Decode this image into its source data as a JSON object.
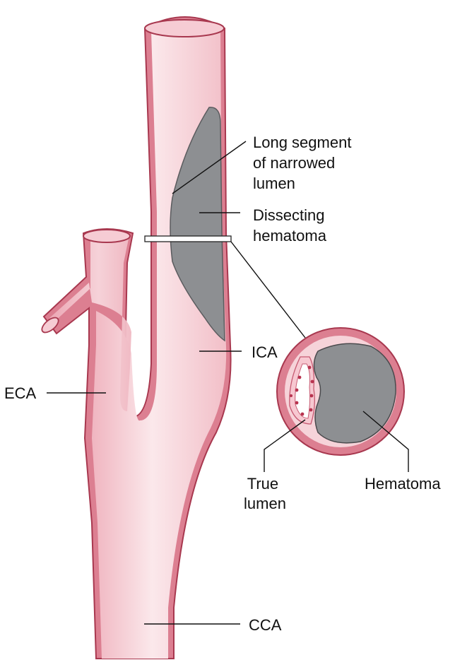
{
  "labels": {
    "long_segment": [
      "Long segment",
      "of narrowed",
      "lumen"
    ],
    "dissecting_hematoma": [
      "Dissecting",
      "hematoma"
    ],
    "ica": "ICA",
    "eca": "ECA",
    "true_lumen": [
      "True",
      "lumen"
    ],
    "hematoma": "Hematoma",
    "cca": "CCA"
  },
  "colors": {
    "vessel_wall": "#dc7f91",
    "vessel_outline": "#a8384f",
    "lumen_light": "#fbe7ea",
    "lumen_mid": "#f0b9c3",
    "hematoma": "#8d8f92",
    "hematoma_outline": "#4a4a4d",
    "label_text": "#111111"
  }
}
